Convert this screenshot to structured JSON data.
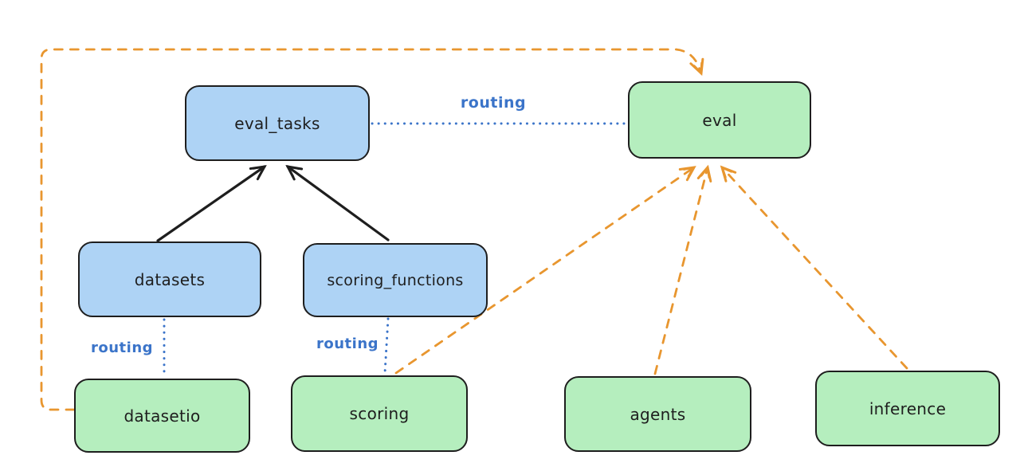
{
  "diagram": {
    "kind": "hand-drawn architecture diagram",
    "nodes": {
      "eval_tasks": {
        "label": "eval_tasks",
        "fill": "#aed3f5"
      },
      "eval": {
        "label": "eval",
        "fill": "#b5eebe"
      },
      "datasets": {
        "label": "datasets",
        "fill": "#aed3f5"
      },
      "scoring_functions": {
        "label": "scoring_functions",
        "fill": "#aed3f5"
      },
      "datasetio": {
        "label": "datasetio",
        "fill": "#b5eebe"
      },
      "scoring": {
        "label": "scoring",
        "fill": "#b5eebe"
      },
      "agents": {
        "label": "agents",
        "fill": "#b5eebe"
      },
      "inference": {
        "label": "inference",
        "fill": "#b5eebe"
      }
    },
    "edges": {
      "eval_tasks_to_eval": {
        "label": "routing",
        "style": "blue-dotted"
      },
      "datasets_to_datasetio": {
        "label": "routing",
        "style": "blue-dotted"
      },
      "scoring_functions_to_scoring": {
        "label": "routing",
        "style": "blue-dotted"
      },
      "datasets_to_eval_tasks": {
        "label": "",
        "style": "black-solid-arrow"
      },
      "scoring_functions_to_eval_tasks": {
        "label": "",
        "style": "black-solid-arrow"
      },
      "scoring_to_eval": {
        "label": "",
        "style": "orange-dashed-arrow"
      },
      "agents_to_eval": {
        "label": "",
        "style": "orange-dashed-arrow"
      },
      "inference_to_eval": {
        "label": "",
        "style": "orange-dashed-arrow"
      },
      "datasetio_to_eval": {
        "label": "",
        "style": "orange-dashed-arrow-elbow"
      }
    },
    "palette": {
      "background": "#ffffff",
      "stroke": "#1e1e1e",
      "blue_fill": "#aed3f5",
      "green_fill": "#b5eebe",
      "orange_line": "#e8962f",
      "routing_blue": "#3b74c9"
    }
  }
}
